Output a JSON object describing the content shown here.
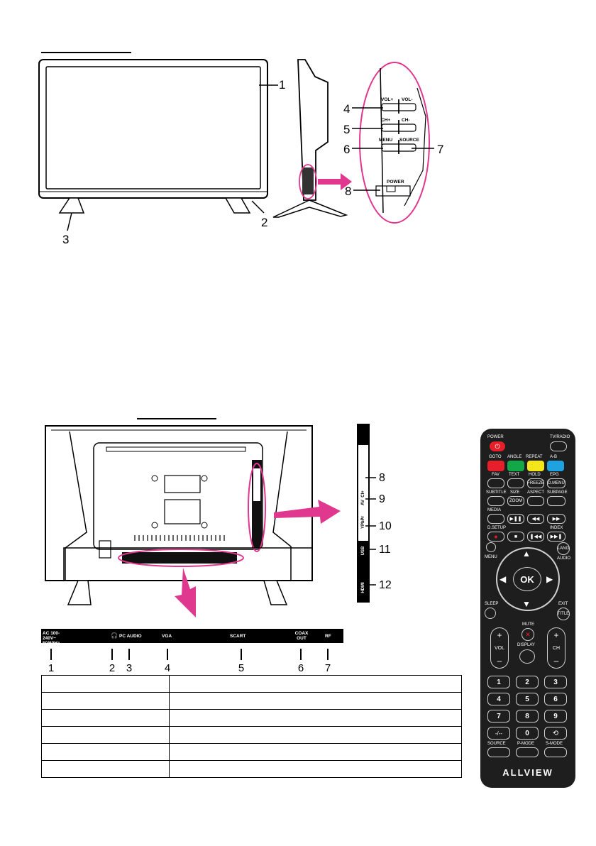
{
  "front_side_view": {
    "callouts": [
      "1",
      "2",
      "3",
      "4",
      "5",
      "6",
      "7",
      "8"
    ],
    "side_buttons": {
      "vol_plus": "VOL+",
      "vol_minus": "VOL-",
      "ch_plus": "CH+",
      "ch_minus": "CH-",
      "menu": "MENU",
      "source": "SOURCE",
      "power": "POWER"
    }
  },
  "rear_view": {
    "side_callouts": [
      "8",
      "9",
      "10",
      "11",
      "12"
    ],
    "side_panel_labels": [
      "CI+",
      "AV",
      "YPbPr",
      "USB",
      "HDMI"
    ],
    "bottom_callouts": [
      "1",
      "2",
      "3",
      "4",
      "5",
      "6",
      "7"
    ],
    "bottom_connector_labels": {
      "ac": "AC 100-240V~ 50/60Hz",
      "pc_audio": "PC AUDIO",
      "vga": "VGA",
      "scart": "SCART",
      "coax": "COAX OUT",
      "rf": "RF"
    }
  },
  "remote": {
    "brand": "ALLVIEW",
    "labels": {
      "power": "POWER",
      "tv_radio": "TV/RADIO",
      "goto": "GOTO",
      "angle": "ANGLE",
      "repeat": "REPEAT",
      "ab": "A-B",
      "fav": "FAV",
      "text": "TEXT",
      "hold": "HOLD",
      "epg": "EPG",
      "freeze": "FREEZE",
      "dmenu": "D.MENU",
      "subtitle": "SUBTITLE",
      "size": "SIZE",
      "zoom": "ZOOM",
      "aspect": "ASPECT",
      "subpage": "SUBPAGE",
      "media": "MEDIA",
      "dsetup": "D.SETUP",
      "index": "INDEX",
      "lang": "LANG",
      "menu": "MENU",
      "audio": "AUDIO",
      "ok": "OK",
      "sleep": "SLEEP",
      "exit": "EXIT",
      "title": "TITLE",
      "mute": "MUTE",
      "vol": "VOL",
      "ch": "CH",
      "display": "DISPLAY",
      "dash": "-/--",
      "source": "SOURCE",
      "pmode": "P-MODE",
      "smode": "S-MODE"
    },
    "numbers": [
      "1",
      "2",
      "3",
      "4",
      "5",
      "6",
      "7",
      "8",
      "9",
      "0"
    ],
    "colors": {
      "red": "#e5202a",
      "green": "#12a84a",
      "yellow": "#f4e61b",
      "blue": "#1ea3e0",
      "body": "#1e1e1e"
    }
  },
  "accent_color": "#e0378f"
}
